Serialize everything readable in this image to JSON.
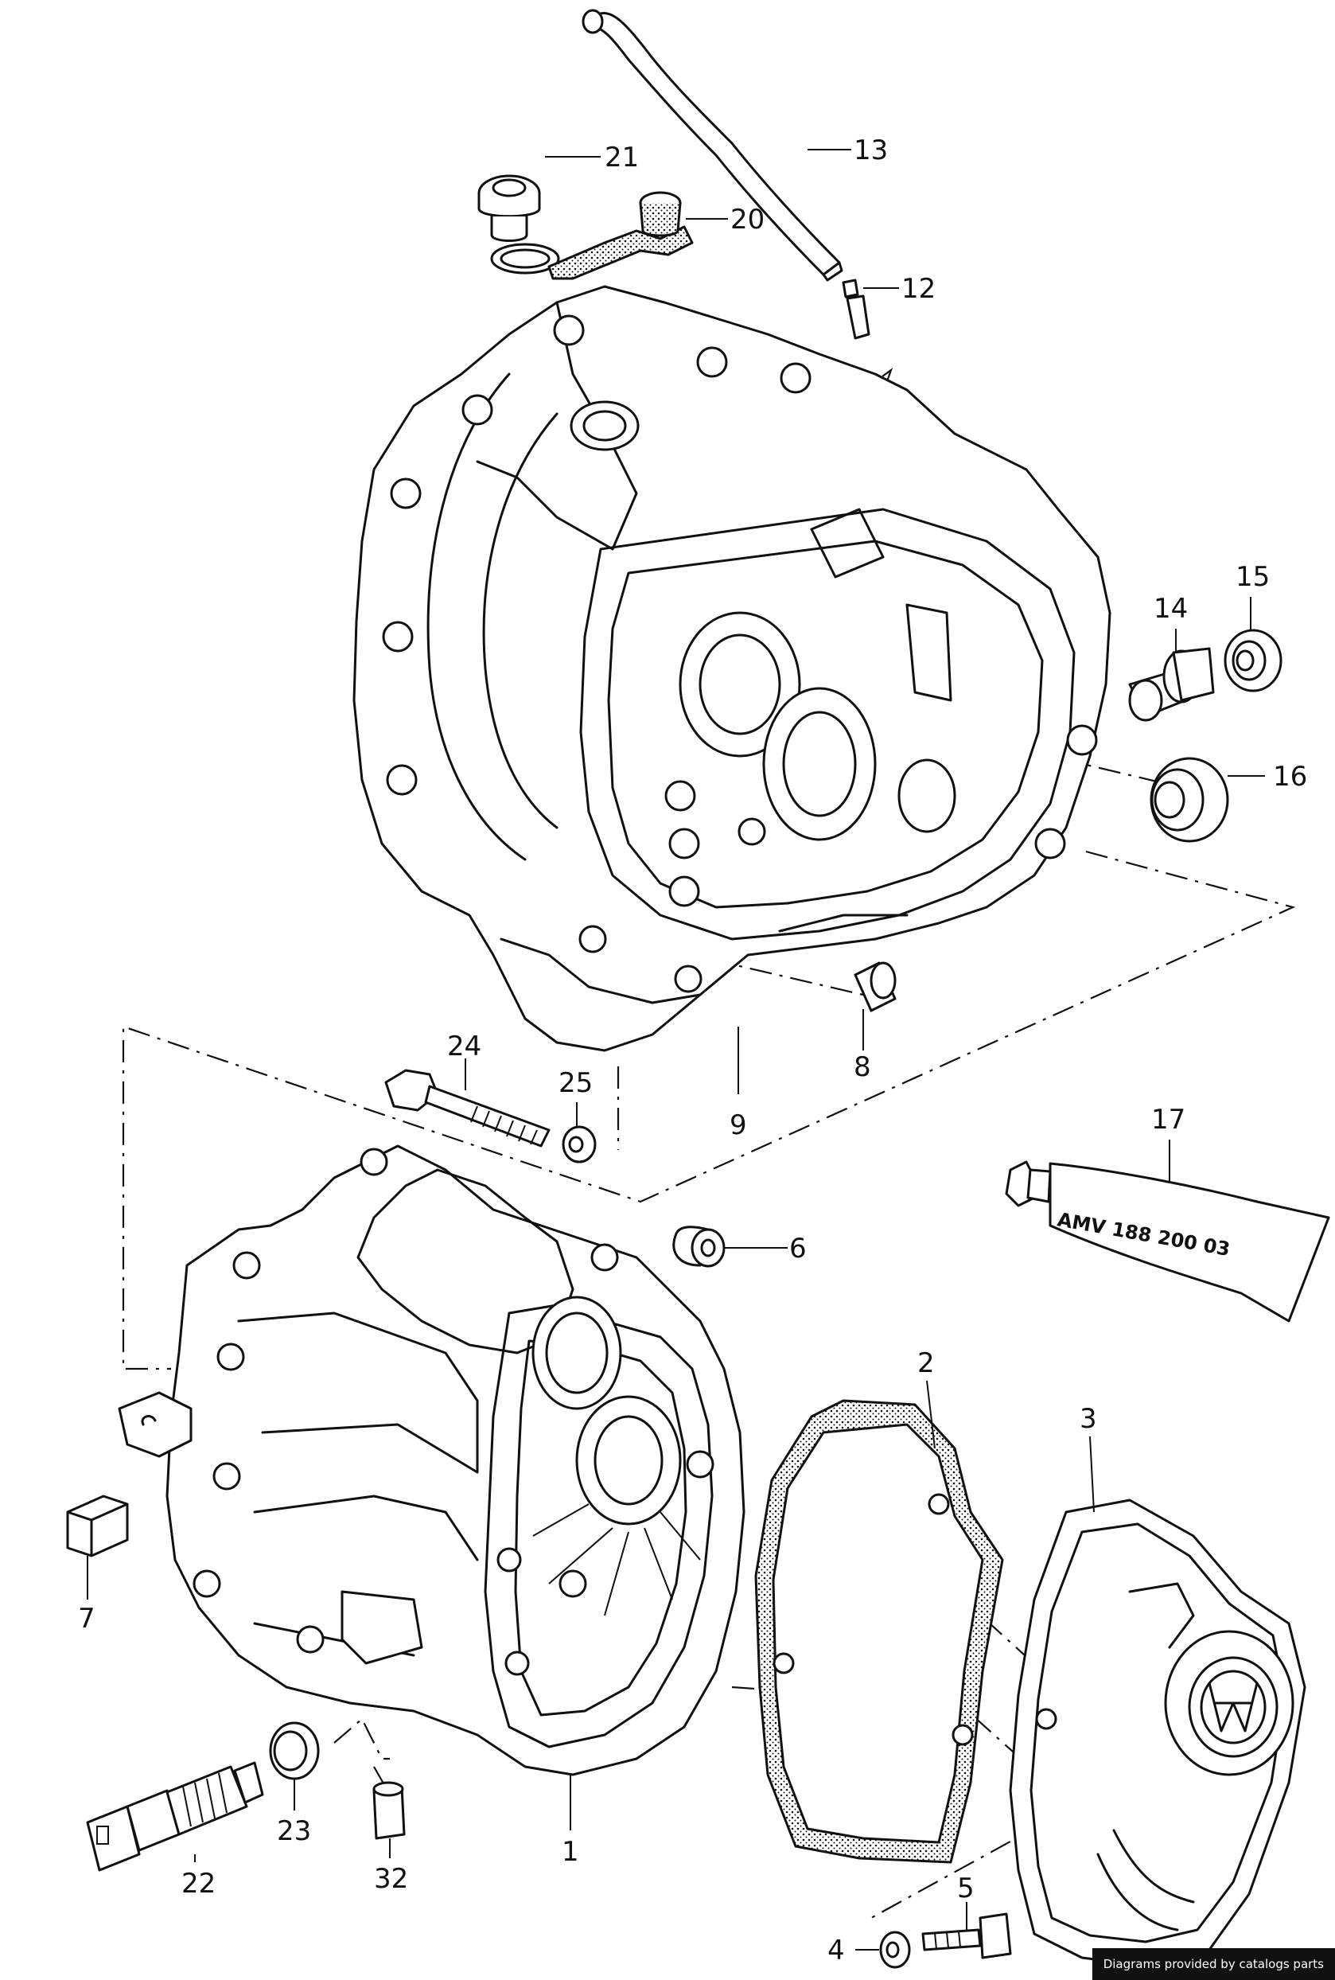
{
  "labels": {
    "p1": "1",
    "p2": "2",
    "p3": "3",
    "p4": "4",
    "p5": "5",
    "p6": "6",
    "p7": "7",
    "p8": "8",
    "p9": "9",
    "p12": "12",
    "p13": "13",
    "p14": "14",
    "p15": "15",
    "p16": "16",
    "p17": "17",
    "p20": "20",
    "p21": "21",
    "p22": "22",
    "p23": "23",
    "p24": "24",
    "p25": "25",
    "p32": "32"
  },
  "tube_text": "AMV 188 200 03",
  "footer": "Diagrams provided by catalogs parts"
}
